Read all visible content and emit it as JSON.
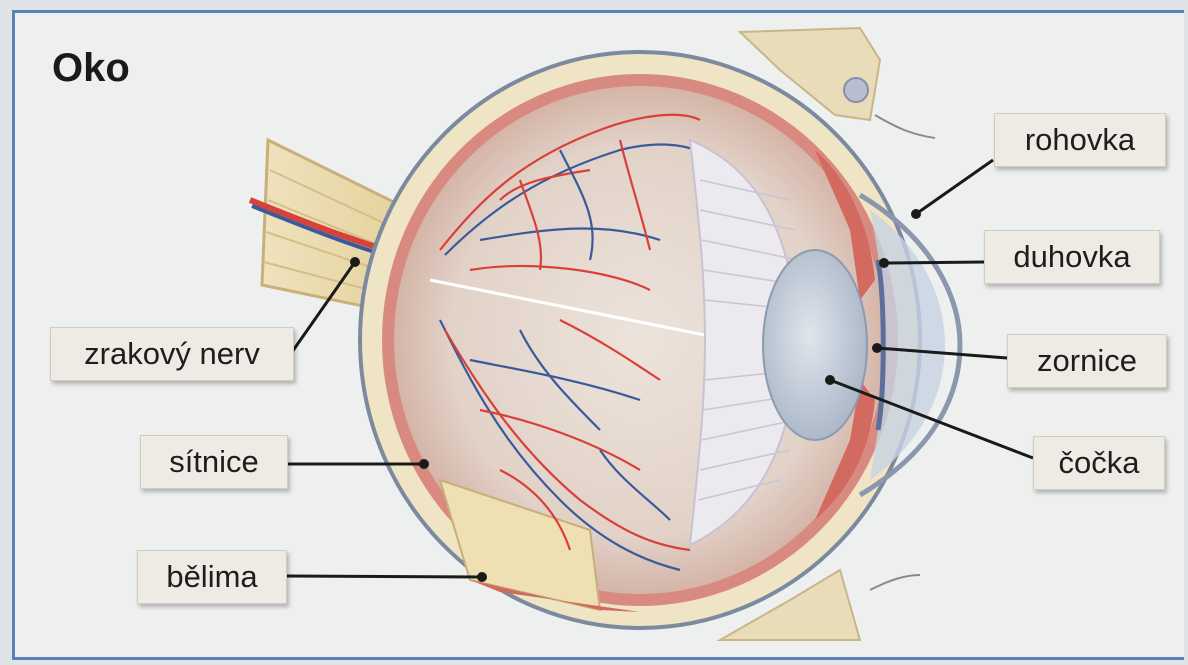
{
  "title": "Oko",
  "labels": {
    "rohovka": "rohovka",
    "duhovka": "duhovka",
    "zornice": "zornice",
    "cocka": "čočka",
    "zrakovy_nerv": "zrakový nerv",
    "sitnice": "sítnice",
    "belima": "bělima"
  },
  "colors": {
    "frame": "#5a82b8",
    "vein": "#3a5a9c",
    "artery": "#d8403a",
    "sclera": "#eedfb8",
    "choroid": "#d8867c",
    "leader": "#1a1a1a"
  }
}
